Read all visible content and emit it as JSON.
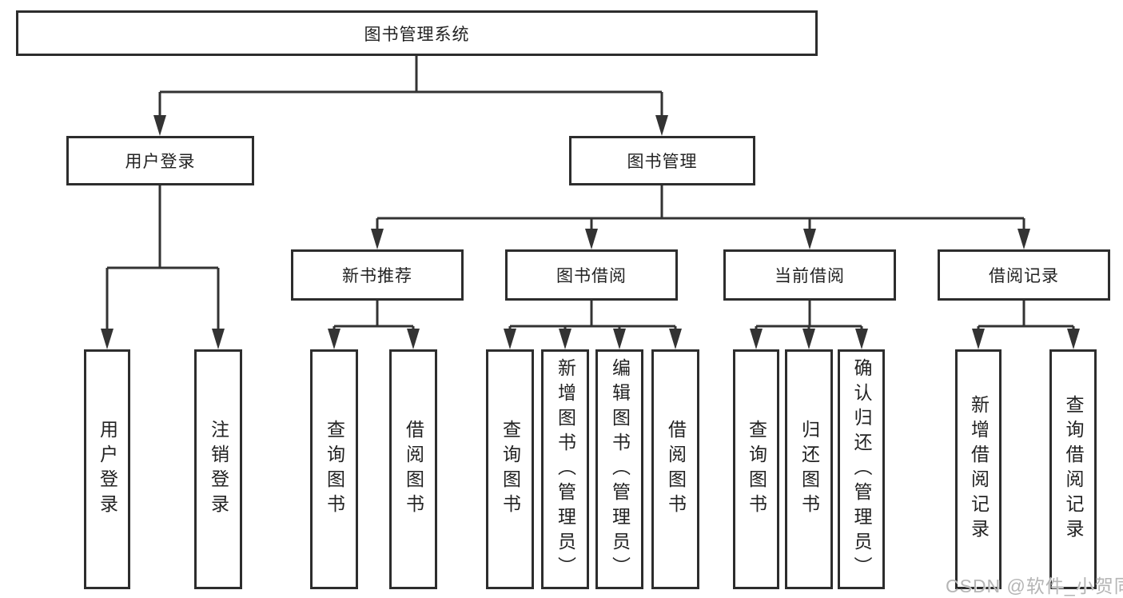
{
  "diagram": {
    "root": {
      "label": "图书管理系统"
    },
    "level2": [
      {
        "id": "user-login",
        "label": "用户登录",
        "children": [
          {
            "label": "用户登录"
          },
          {
            "label": "注销登录"
          }
        ]
      },
      {
        "id": "book-management",
        "label": "图书管理",
        "children": [
          {
            "id": "new-book-recommend",
            "label": "新书推荐",
            "children": [
              {
                "label": "查询图书"
              },
              {
                "label": "借阅图书"
              }
            ]
          },
          {
            "id": "book-borrow",
            "label": "图书借阅",
            "children": [
              {
                "label": "查询图书"
              },
              {
                "label": "新增图书（管理员）"
              },
              {
                "label": "编辑图书（管理员）"
              },
              {
                "label": "借阅图书"
              }
            ]
          },
          {
            "id": "current-borrow",
            "label": "当前借阅",
            "children": [
              {
                "label": "查询图书"
              },
              {
                "label": "归还图书"
              },
              {
                "label": "确认归还（管理员）"
              }
            ]
          },
          {
            "id": "borrow-records",
            "label": "借阅记录",
            "children": [
              {
                "label": "新增借阅记录"
              },
              {
                "label": "查询借阅记录"
              }
            ]
          }
        ]
      }
    ]
  },
  "watermark": {
    "text": "CSDN @软件_小贺同学"
  },
  "colors": {
    "line": "#333333",
    "border": "#2d2d2d",
    "text": "#222222",
    "watermark": "#b5b5b5"
  }
}
